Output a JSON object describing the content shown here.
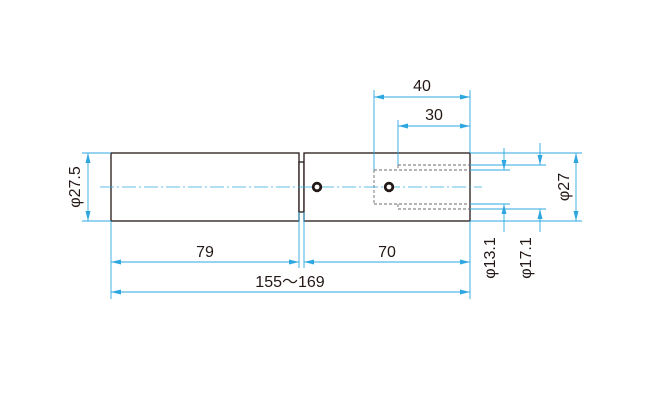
{
  "dimensions": {
    "overall_length": "155〜169",
    "left_length": "79",
    "right_length": "70",
    "bore_depth_outer": "40",
    "bore_depth_inner": "30",
    "diameter_left": "φ27.5",
    "diameter_right": "φ27",
    "diameter_bore_small": "φ13.1",
    "diameter_bore_large": "φ17.1"
  },
  "colors": {
    "outline": "#231815",
    "dimension": "#2ea7e0",
    "hidden": "#6b6b6b"
  }
}
